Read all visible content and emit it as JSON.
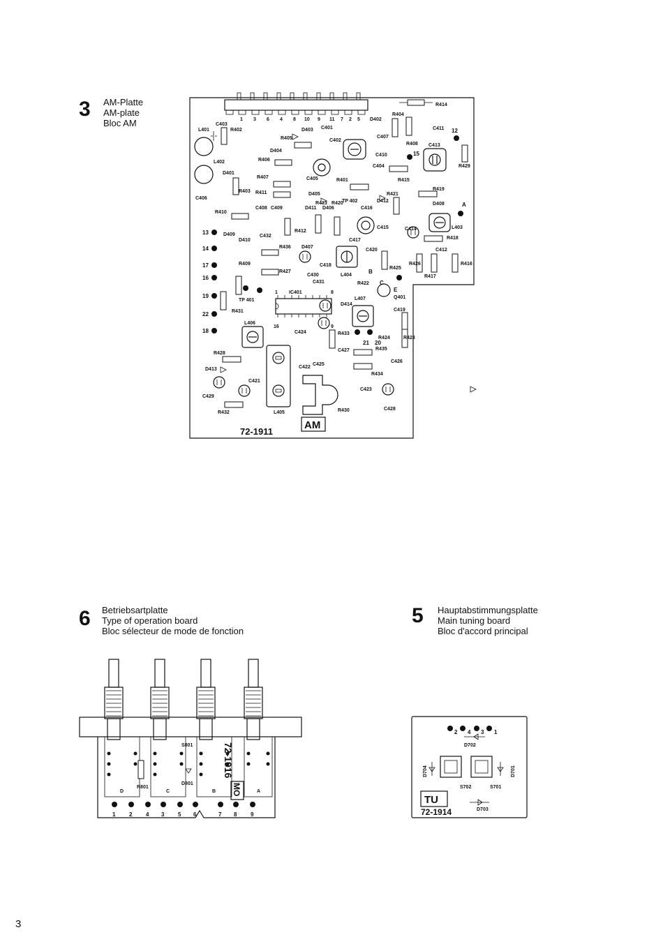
{
  "sections": {
    "am": {
      "number": "3",
      "title_de": "AM-Platte",
      "title_en": "AM-plate",
      "title_fr": "Bloc AM",
      "board_number": "72-1911",
      "board_tag": "AM",
      "connector_pins": [
        "1",
        "3",
        "6",
        "4",
        "8",
        "10",
        "9",
        "11",
        "7",
        "2",
        "5"
      ],
      "edge_pads": [
        "13",
        "14",
        "17",
        "16",
        "19",
        "22",
        "18"
      ],
      "corner_pads": [
        "12",
        "15",
        "A",
        "B",
        "C",
        "E"
      ],
      "ic_labels": {
        "ic": "IC401",
        "pin1": "1",
        "pin8": "8",
        "pin9": "9",
        "pin16": "16"
      },
      "pad_labels": {
        "p21": "21",
        "p20": "20"
      },
      "labels": {
        "r414": "R414",
        "l401": "L401",
        "c403": "C403",
        "r402": "R402",
        "d402": "D402",
        "r404": "R404",
        "d403": "D403",
        "c401": "C401",
        "c407": "C407",
        "c411": "C411",
        "r405": "R405",
        "c402": "C402",
        "r408": "R408",
        "c413": "C413",
        "r429": "R429",
        "d404": "D404",
        "c410": "C410",
        "r406": "R406",
        "c404": "C404",
        "l402": "L402",
        "d401": "D401",
        "r407": "R407",
        "c405": "C405",
        "r401": "R401",
        "r415": "R415",
        "r403": "R403",
        "r411": "R411",
        "d405": "D405",
        "r419": "R419",
        "c406": "C406",
        "tp402": "TP 402",
        "c416": "C416",
        "d412": "D412",
        "r421": "R421",
        "d408": "D408",
        "r410": "R410",
        "c408": "C408",
        "c409": "C409",
        "d411": "D411",
        "r413": "R413",
        "d406": "D406",
        "r420": "R420",
        "r412": "R412",
        "d409": "D409",
        "d410": "D410",
        "c432": "C432",
        "c415": "C415",
        "c414": "C414",
        "l403": "L403",
        "r418": "R418",
        "c417": "C417",
        "r436": "R436",
        "d407": "D407",
        "c420": "C420",
        "c412": "C412",
        "r409": "R409",
        "r427": "R427",
        "c430": "C430",
        "c418": "C418",
        "r425": "R425",
        "r426": "R426",
        "r417": "R417",
        "r416": "R416",
        "l404": "L404",
        "c431": "C431",
        "r422": "R422",
        "tp401": "TP 401",
        "r431": "R431",
        "d414": "D414",
        "l407": "L407",
        "q401": "Q401",
        "c419": "C419",
        "l406": "L406",
        "c424": "C424",
        "r433": "R433",
        "r424": "R424",
        "r423": "R423",
        "r428": "R428",
        "c427": "C427",
        "r435": "R435",
        "c422": "C422",
        "c425": "C425",
        "c426": "C426",
        "d413": "D413",
        "c421": "C421",
        "r434": "R434",
        "c423": "C423",
        "c429": "C429",
        "r432": "R432",
        "l405": "L405",
        "r430": "R430",
        "c428": "C428"
      }
    },
    "mode": {
      "number": "6",
      "title_de": "Betriebsartplatte",
      "title_en": "Type of operation board",
      "title_fr": "Bloc sélecteur de mode de fonction",
      "board_number": "72-1916",
      "board_tag": "MO",
      "switch_ref": "S801",
      "resistor": "R801",
      "diode": "D801",
      "switch_letters": [
        "D",
        "C",
        "B",
        "A"
      ],
      "pads": [
        "1",
        "2",
        "4",
        "3",
        "5",
        "6",
        "7",
        "8",
        "9"
      ]
    },
    "tuning": {
      "number": "5",
      "title_de": "Hauptabstimmungsplatte",
      "title_en": "Main tuning board",
      "title_fr": "Bloc d'accord principal",
      "board_number": "72-1914",
      "board_tag": "TU",
      "pads": [
        "2",
        "4",
        "3",
        "1"
      ],
      "labels": {
        "d702": "D702",
        "d704": "D704",
        "d701": "D701",
        "s702": "S702",
        "s701": "S701",
        "d703": "D703"
      }
    }
  },
  "page_number": "3"
}
